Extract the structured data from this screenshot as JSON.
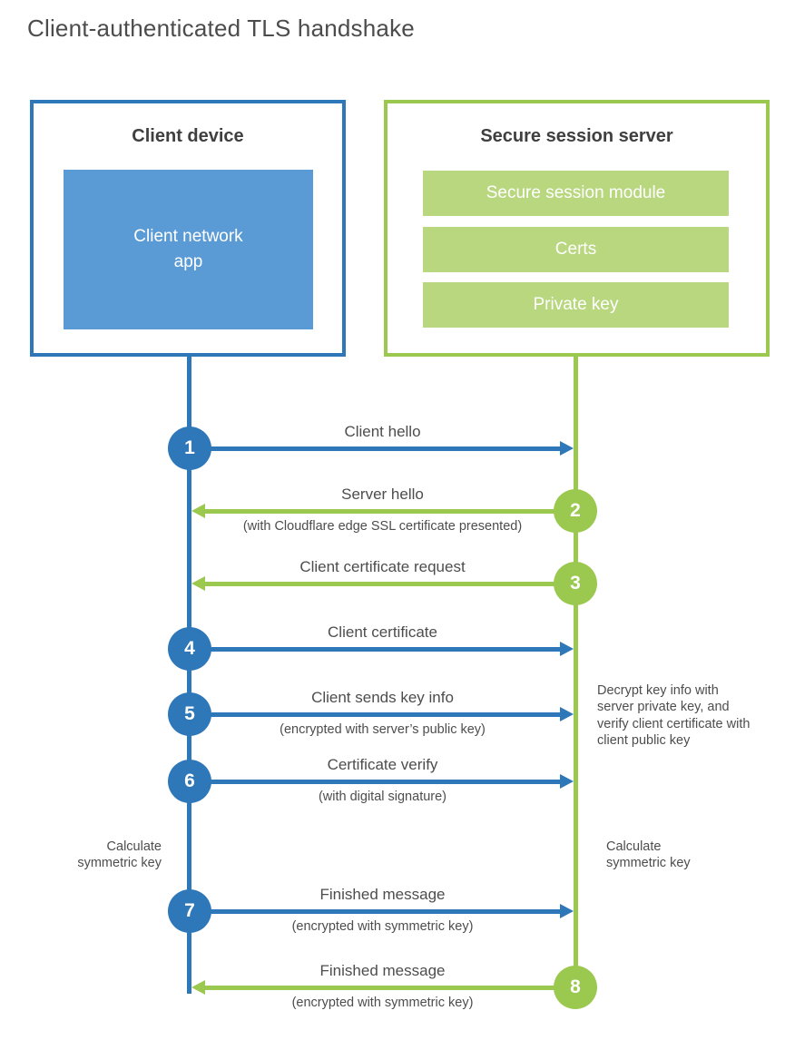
{
  "title": "Client-authenticated TLS handshake",
  "client": {
    "heading": "Client device",
    "module": "Client network\napp"
  },
  "server": {
    "heading": "Secure session server",
    "modules": [
      "Secure session module",
      "Certs",
      "Private key"
    ]
  },
  "steps": [
    {
      "num": "1",
      "actor": "client",
      "direction": "right",
      "label": "Client hello",
      "sublabel": ""
    },
    {
      "num": "2",
      "actor": "server",
      "direction": "left",
      "label": "Server hello",
      "sublabel": "(with Cloudflare edge SSL certificate presented)"
    },
    {
      "num": "3",
      "actor": "server",
      "direction": "left",
      "label": "Client certificate request",
      "sublabel": ""
    },
    {
      "num": "4",
      "actor": "client",
      "direction": "right",
      "label": "Client certificate",
      "sublabel": ""
    },
    {
      "num": "5",
      "actor": "client",
      "direction": "right",
      "label": "Client sends key info",
      "sublabel": "(encrypted with server’s public key)"
    },
    {
      "num": "6",
      "actor": "client",
      "direction": "right",
      "label": "Certificate verify",
      "sublabel": "(with digital signature)"
    },
    {
      "num": "7",
      "actor": "client",
      "direction": "right",
      "label": "Finished message",
      "sublabel": "(encrypted with symmetric key)"
    },
    {
      "num": "8",
      "actor": "server",
      "direction": "left",
      "label": "Finished message",
      "sublabel": "(encrypted with symmetric key)"
    }
  ],
  "annotations": {
    "server_note": "Decrypt key info with server private key, and verify client certificate with client public key",
    "client_calc": "Calculate\nsymmetric key",
    "server_calc": "Calculate\nsymmetric key"
  },
  "colors": {
    "blue": "#2E77B8",
    "blue_fill": "#5B9BD5",
    "green": "#9BC84E",
    "green_fill": "#B8D77F",
    "text": "#4D4D4D",
    "heading_text": "#3F3F3F"
  }
}
